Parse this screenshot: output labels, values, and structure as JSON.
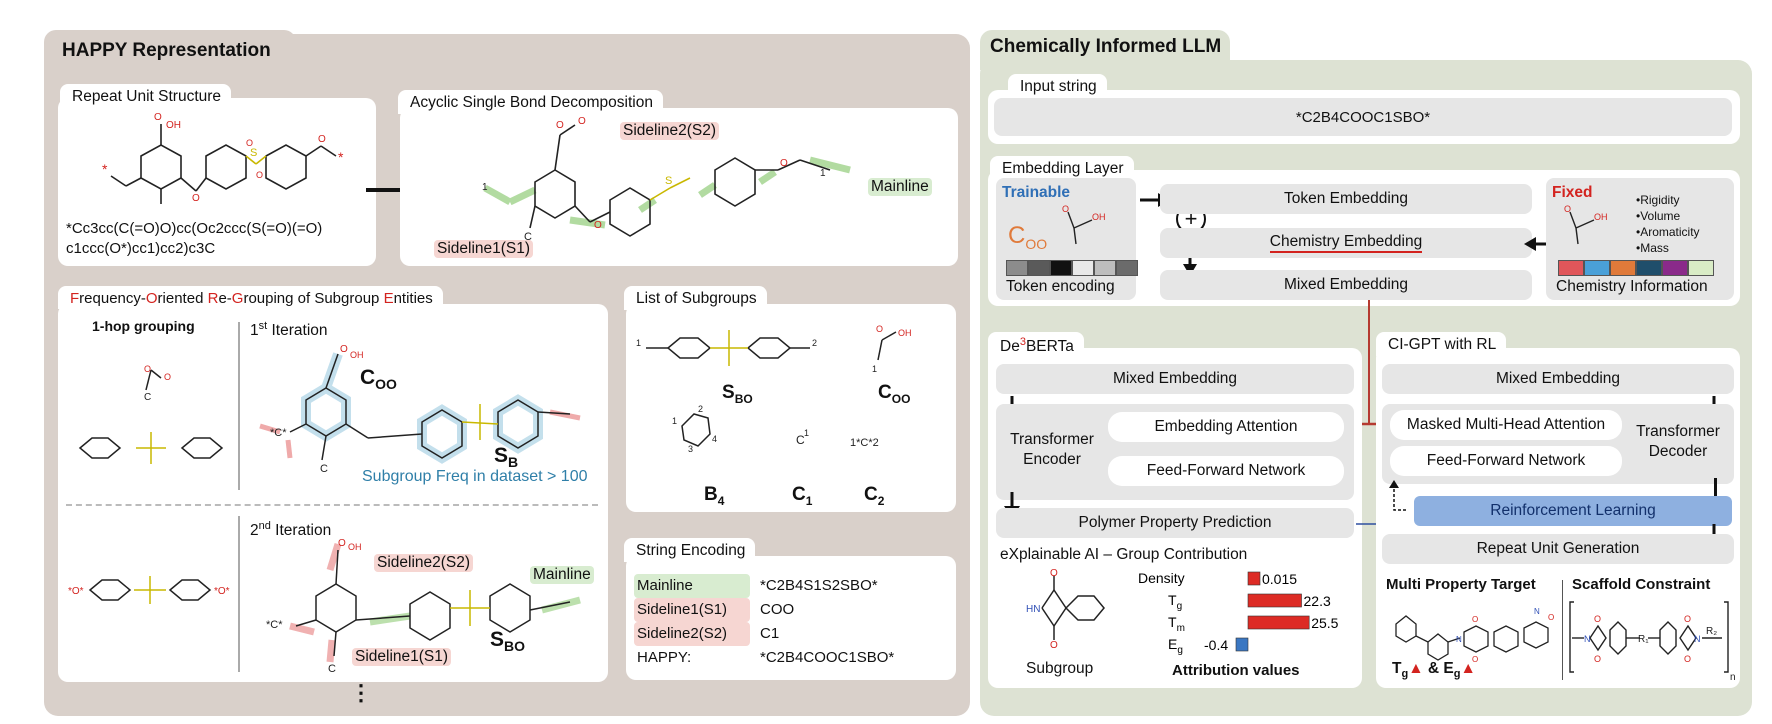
{
  "left_panel": {
    "title": "HAPPY Representation",
    "repeat_unit": {
      "title": "Repeat Unit Structure",
      "smiles_line1": "*Cc3cc(C(=O)O)cc(Oc2ccc(S(=O)(=O)",
      "smiles_line2": "c1ccc(O*)cc1)cc2)c3C"
    },
    "decomposition": {
      "title": "Acyclic Single Bond Decomposition",
      "sideline1": "Sideline1(S1)",
      "sideline2": "Sideline2(S2)",
      "mainline": "Mainline"
    },
    "foregroup": {
      "title_parts": [
        "F",
        "requency-",
        "O",
        "riented ",
        "R",
        "e-",
        "G",
        "rouping of Subgroup ",
        "E",
        "ntities"
      ],
      "one_hop": "1-hop grouping",
      "iter1_num": "1",
      "iter1_sup": "st",
      "iter1_word": " Iteration",
      "iter2_num": "2",
      "iter2_sup": "nd",
      "iter2_word": " Iteration",
      "coo_label": "C",
      "coo_sub": "OO",
      "sb_label": "S",
      "sb_sub": "B",
      "freq_note": "Subgroup Freq in dataset > 100",
      "sideline2": "Sideline2(S2)",
      "sideline1": "Sideline1(S1)",
      "mainline": "Mainline",
      "sbo_label": "S",
      "sbo_sub": "BO",
      "ellipsis": "⋮"
    },
    "subgroups": {
      "title": "List of Subgroups",
      "items": [
        {
          "main": "S",
          "sub": "BO"
        },
        {
          "main": "C",
          "sub": "OO"
        },
        {
          "main": "B",
          "sub": "4"
        },
        {
          "main": "C",
          "sub": "1"
        },
        {
          "main": "C",
          "sub": "2"
        }
      ]
    },
    "string_encoding": {
      "title": "String Encoding",
      "rows": [
        {
          "key": "Mainline",
          "value": "*C2B4S1S2SBO*"
        },
        {
          "key": "Sideline1(S1)",
          "value": "COO"
        },
        {
          "key": "Sideline2(S2)",
          "value": "C1"
        },
        {
          "key": "HAPPY:",
          "value": "*C2B4COOC1SBO*"
        }
      ]
    }
  },
  "right_panel": {
    "title": "Chemically Informed LLM",
    "input": {
      "title": "Input string",
      "value": "*C2B4COOC1SBO*"
    },
    "embedding": {
      "title": "Embedding Layer",
      "trainable": "Trainable",
      "coo": "C",
      "coo_sub": "OO",
      "token_encoding": "Token encoding",
      "token_embedding": "Token Embedding",
      "chemistry_embedding": "Chemistry Embedding",
      "mixed_embedding": "Mixed Embedding",
      "fixed": "Fixed",
      "properties": [
        "•Rigidity",
        "•Volume",
        "•Aromaticity",
        "•Mass"
      ],
      "chemistry_information": "Chemistry Information",
      "token_colors": [
        "#8c8c8c",
        "#5a5a5a",
        "#111111",
        "#e8e8e8",
        "#bdbdbd",
        "#6b6b6b"
      ],
      "chem_colors": [
        "#e0565a",
        "#4aa0d8",
        "#e07a3a",
        "#1f4e6b",
        "#8a2a8a",
        "#d9ecc6"
      ]
    },
    "deberta": {
      "title_pre": "De",
      "title_sup": "3",
      "title_post": "BERTa",
      "mixed_embedding": "Mixed Embedding",
      "transformer_encoder": "Transformer Encoder",
      "embedding_attention": "Embedding Attention",
      "feed_forward": "Feed-Forward Network",
      "property_prediction": "Polymer Property Prediction",
      "xai_title": "eXplainable AI – Group Contribution",
      "subgroup": "Subgroup",
      "attribution": "Attribution values"
    },
    "xai_chart": {
      "properties": [
        "Density",
        "Tg",
        "Tm",
        "Eg"
      ],
      "values": [
        0.015,
        22.3,
        25.5,
        -0.4
      ]
    },
    "cigpt": {
      "title": "CI-GPT with RL",
      "mixed_embedding": "Mixed Embedding",
      "masked_attention": "Masked Multi-Head Attention",
      "feed_forward": "Feed-Forward Network",
      "transformer_decoder": "Transformer Decoder",
      "reinforcement": "Reinforcement Learning",
      "repeat_unit": "Repeat Unit Generation",
      "multi_target": "Multi Property Target",
      "scaffold": "Scaffold Constraint",
      "tg_eg": "T",
      "tg_sub": "g",
      "eg_pre": " & E",
      "eg_sub": "g",
      "n_label": "n",
      "r1": "R₁",
      "r2": "R₂"
    }
  }
}
